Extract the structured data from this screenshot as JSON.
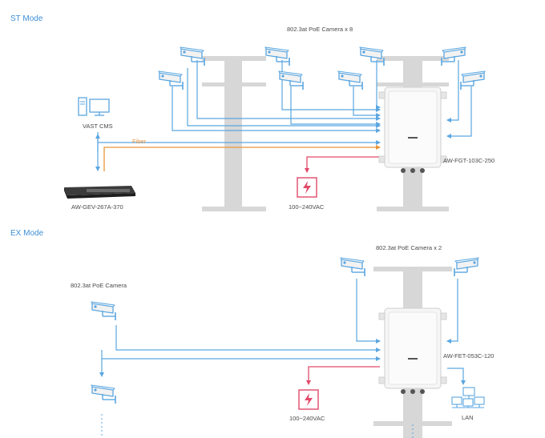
{
  "st_mode": {
    "title": "ST Mode",
    "camera_label": "802.3at PoE Camera x 8",
    "cms_label": "VAST CMS",
    "fiber_label": "Fiber",
    "switch_label": "AW-GEV-267A-370",
    "power_label": "100~240VAC",
    "device_label": "AW-FGT-103C-250"
  },
  "ex_mode": {
    "title": "EX Mode",
    "camera_label": "802.3at PoE Camera x 2",
    "left_camera_label": "802.3at PoE Camera",
    "power_label": "100~240VAC",
    "device_label": "AW-FET-053C-120",
    "lan_label": "LAN"
  },
  "colors": {
    "accent": "#3d8fd6",
    "ethernet": "#5ba6e0",
    "fiber": "#e8953a",
    "power": "#e24a6a",
    "pole": "#d7d7d7"
  },
  "icons": [
    "camera-icon",
    "computer-icon",
    "network-switch-icon",
    "outdoor-enclosure-icon",
    "lightning-icon",
    "lan-computers-icon"
  ]
}
